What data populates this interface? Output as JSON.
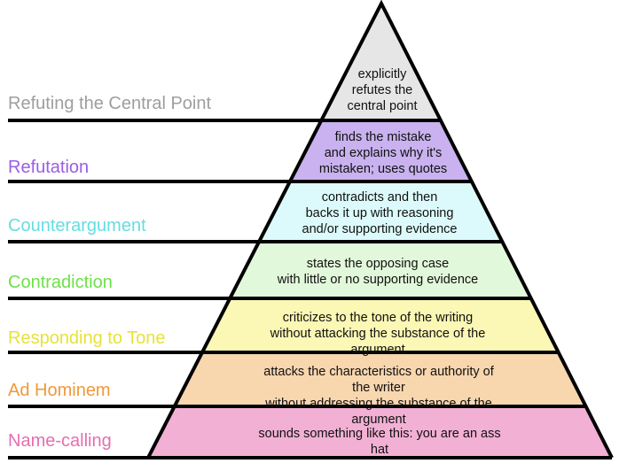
{
  "title": "Hierarchy of Disagreement",
  "levels": [
    {
      "name": "Refuting the Central Point",
      "description": "explicitly\nrefutes the\ncentral point",
      "label_color": "#9e9e9e",
      "fill_color": "#e6e6e6"
    },
    {
      "name": "Refutation",
      "description": "finds the mistake\nand explains why it's\nmistaken; uses quotes",
      "label_color": "#9b5de5",
      "fill_color": "#c9b2ef"
    },
    {
      "name": "Counterargument",
      "description": "contradicts and then\nbacks it up with reasoning\nand/or supporting evidence",
      "label_color": "#66dde0",
      "fill_color": "#dcfafb"
    },
    {
      "name": "Contradiction",
      "description": "states the opposing case\nwith little or no supporting evidence",
      "label_color": "#6fe04a",
      "fill_color": "#e2f8da"
    },
    {
      "name": "Responding to Tone",
      "description": "criticizes to the tone of the writing\nwithout attacking the substance of the argument",
      "label_color": "#e6e23a",
      "fill_color": "#fbf7b4"
    },
    {
      "name": "Ad Hominem",
      "description": "attacks the characteristics or authority of the writer\nwithout addressing the substance of the argument",
      "label_color": "#f0993a",
      "fill_color": "#f8d6ae"
    },
    {
      "name": "Name-calling",
      "description": "sounds something like this: you are an ass hat",
      "label_color": "#e56fb0",
      "fill_color": "#f2b0d4"
    }
  ]
}
